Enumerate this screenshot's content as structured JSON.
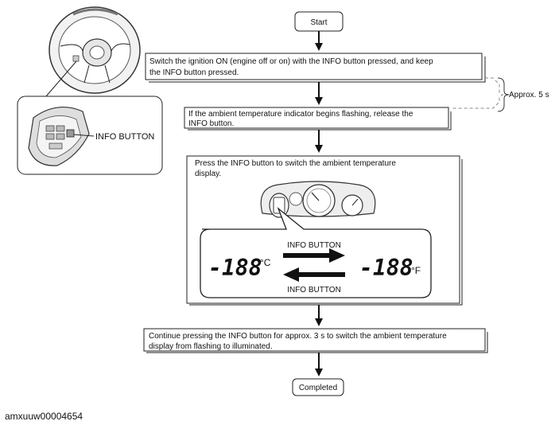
{
  "flow": {
    "start": "Start",
    "step1_line1": "Switch the ignition ON (engine off or on) with the INFO button pressed, and keep",
    "step1_line2": "the INFO button pressed.",
    "step2_line1": "If the ambient temperature indicator begins flashing, release the",
    "step2_line2": "INFO button.",
    "step3_line1": "Press the INFO button to switch the ambient temperature",
    "step3_line2": "display.",
    "step4_line1": "Continue pressing the INFO button for approx. 3 s to switch the ambient temperature",
    "step4_line2": "display from flashing to illuminated.",
    "completed": "Completed",
    "duration_label": "Approx. 5 s"
  },
  "display": {
    "readout_celsius": "-188",
    "unit_celsius": "°C",
    "readout_fahrenheit": "-188",
    "unit_fahrenheit": "°F",
    "arrow_top_label": "INFO BUTTON",
    "arrow_bottom_label": "INFO BUTTON"
  },
  "illustration": {
    "button_callout": "INFO BUTTON"
  },
  "caption": "amxuuw00004654"
}
